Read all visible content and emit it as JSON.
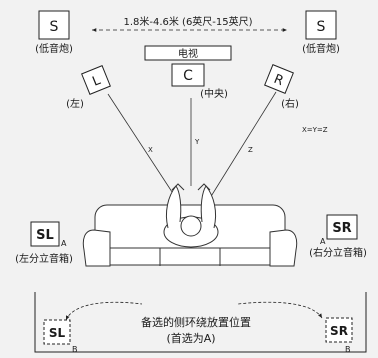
{
  "speakers": {
    "subwoofer_left": {
      "letter": "S",
      "caption": "(低音炮)"
    },
    "subwoofer_right": {
      "letter": "S",
      "caption": "(低音炮)"
    },
    "front_left": {
      "letter": "L",
      "caption": "(左)"
    },
    "center": {
      "letter": "C",
      "caption": "(中央)"
    },
    "front_right": {
      "letter": "R",
      "caption": "(右)"
    },
    "surround_left": {
      "letter": "SL",
      "sub": "A",
      "caption": "(左分立音箱)"
    },
    "surround_right": {
      "letter": "SR",
      "sub": "A",
      "caption": "(右分立音箱)"
    },
    "alt_surround_left": {
      "letter": "SL",
      "sub": "B"
    },
    "alt_surround_right": {
      "letter": "SR",
      "sub": "B"
    }
  },
  "distance_label": "1.8米-4.6米 (6英尺-15英尺)",
  "tv_label": "电视",
  "line_labels": {
    "x": "X",
    "y": "Y",
    "z": "Z"
  },
  "equation": "X=Y=Z",
  "alt_area": {
    "line1": "备选的侧环绕放置位置",
    "line2": "(首选为A)"
  }
}
